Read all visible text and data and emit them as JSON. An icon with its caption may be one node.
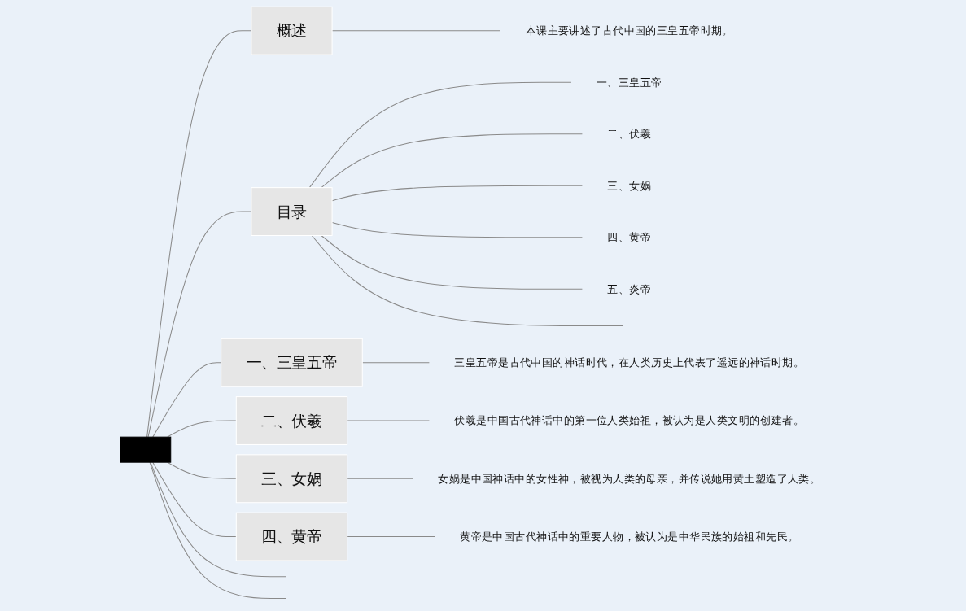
{
  "diagram": {
    "nodes": [
      {
        "text": [],
        "shape": "box"
      },
      {
        "text": [
          "概述"
        ]
      },
      {
        "text": [
          "本课主要讲述了古代中国的三皇五帝时期。"
        ]
      },
      {
        "text": [
          "目录"
        ]
      },
      {
        "text": [
          "一、三皇五帝"
        ]
      },
      {
        "text": [
          "二、伏羲"
        ]
      },
      {
        "text": [
          "三、女娲"
        ]
      },
      {
        "text": [
          "四、黄帝"
        ]
      },
      {
        "text": [
          "五、炎帝"
        ]
      },
      {
        "text": [
          "一、三皇五帝"
        ]
      },
      {
        "text": [
          "三皇五帝是古代中国的神话时代，在人类历史上代表了遥远的神话时期。"
        ]
      },
      {
        "text": [
          "二、伏羲"
        ]
      },
      {
        "text": [
          "伏羲是中国古代神话中的第一位人类始祖，被认为是人类文明的创建者。"
        ]
      },
      {
        "text": [
          "三、女娲"
        ]
      },
      {
        "text": [
          "女娲是中国神话中的女性神，被视为人类的母亲，并传说她用黄土塑造了人类。"
        ]
      },
      {
        "text": [
          "四、黄帝"
        ]
      },
      {
        "text": [
          "黄帝是中国古代神话中的重要人物，被认为是中华民族的始祖和先民。"
        ]
      }
    ],
    "edges": [
      {
        "from": 0,
        "to": 1,
        "arrow": "none"
      },
      {
        "from": 1,
        "to": 2,
        "arrow": "none"
      },
      {
        "from": 0,
        "to": 3,
        "arrow": "none"
      },
      {
        "from": 3,
        "to": 4,
        "arrow": "none"
      },
      {
        "from": 3,
        "to": 5,
        "arrow": "none"
      },
      {
        "from": 3,
        "to": 6,
        "arrow": "none"
      },
      {
        "from": 3,
        "to": 7,
        "arrow": "none"
      },
      {
        "from": 3,
        "to": 8,
        "arrow": "none"
      },
      {
        "from": 3,
        "to": null,
        "arrow": "none"
      },
      {
        "from": 0,
        "to": 9,
        "arrow": "none"
      },
      {
        "from": 9,
        "to": 10,
        "arrow": "none"
      },
      {
        "from": 0,
        "to": 11,
        "arrow": "none"
      },
      {
        "from": 11,
        "to": 12,
        "arrow": "none"
      },
      {
        "from": 0,
        "to": 13,
        "arrow": "none"
      },
      {
        "from": 13,
        "to": 14,
        "arrow": "none"
      },
      {
        "from": 0,
        "to": 15,
        "arrow": "none"
      },
      {
        "from": 15,
        "to": 16,
        "arrow": "none"
      },
      {
        "from": 0,
        "to": null,
        "arrow": "none"
      },
      {
        "from": 0,
        "to": null,
        "arrow": "none"
      }
    ]
  }
}
